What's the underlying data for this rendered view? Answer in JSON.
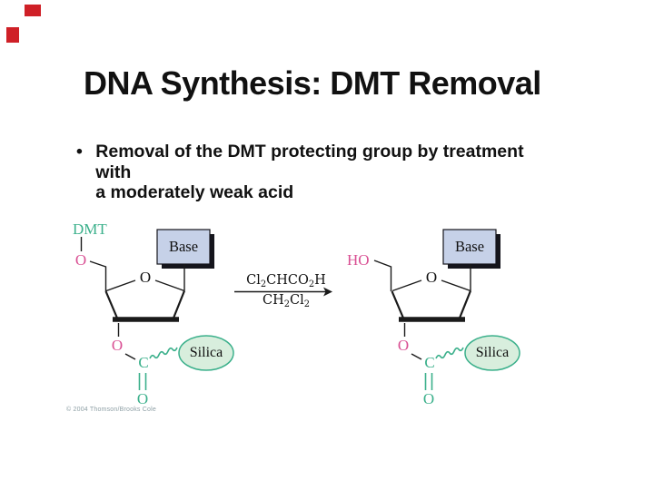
{
  "slide": {
    "title": "DNA Synthesis: DMT Removal",
    "bullet_marker": "•",
    "bullet_lines": [
      "Removal of the DMT protecting group by treatment with",
      "a moderately weak acid"
    ],
    "copyright": "© 2004 Thomson/Brooks Cole"
  },
  "colors": {
    "teal": "#3bb08b",
    "pink": "#d94f93",
    "base_fill": "#c6d1e8",
    "silica_fill": "#d8eedd",
    "red_mark": "#cf2027"
  },
  "diagram": {
    "left_structure": {
      "dmt_label": "DMT",
      "o_top_label": "O",
      "ring_o_label": "O",
      "base_label": "Base",
      "o_ester_label": "O",
      "carbonyl_c_label": "C",
      "carbonyl_o_label": "O",
      "silica_label": "Silica"
    },
    "right_structure": {
      "ho_label": "HO",
      "ring_o_label": "O",
      "base_label": "Base",
      "o_ester_label": "O",
      "carbonyl_c_label": "C",
      "carbonyl_o_label": "O",
      "silica_label": "Silica"
    },
    "arrow": {
      "reagent_above": [
        {
          "t": "Cl"
        },
        {
          "s": "2"
        },
        {
          "t": "CHCO"
        },
        {
          "s": "2"
        },
        {
          "t": "H"
        }
      ],
      "reagent_below": [
        {
          "t": "CH"
        },
        {
          "s": "2"
        },
        {
          "t": "Cl"
        },
        {
          "s": "2"
        }
      ]
    }
  }
}
